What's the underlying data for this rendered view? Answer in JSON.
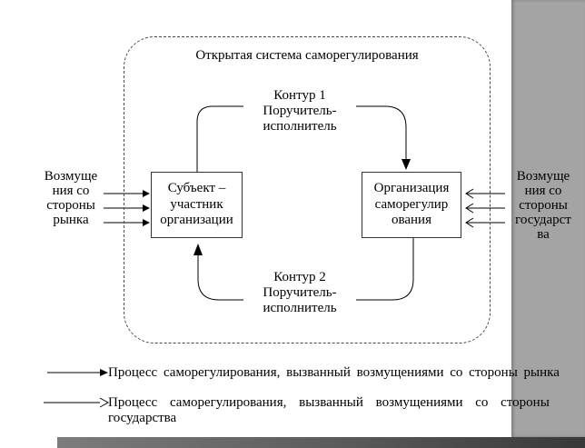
{
  "colors": {
    "page_background": "#ffffff",
    "window_side": "#a4a4a4",
    "window_bottom_dark": "#383838",
    "line": "#000000"
  },
  "diagram": {
    "title": "Открытая система саморегулирования",
    "nodes": {
      "subject": "Субъект –\nучастник\nорганизации",
      "organization": "Организация\nсаморегулир\nования"
    },
    "contours": {
      "contour1": "Контур 1\nПоручитель-\nисполнитель",
      "contour2": "Контур 2\nПоручитель-\nисполнитель"
    },
    "external": {
      "market": "Возмуще\nния со\nстороны\nрынка",
      "state": "Возмуще\nния со\nстороны\nгосударст\nва"
    }
  },
  "legend": {
    "items": [
      {
        "marker": "solid-arrow",
        "label": "Процесс саморегулирования, вызванный возмущениями со стороны рынка"
      },
      {
        "marker": "open-arrow",
        "label": "Процесс саморегулирования, вызванный возмущениями со стороны\nгосударства"
      }
    ]
  }
}
